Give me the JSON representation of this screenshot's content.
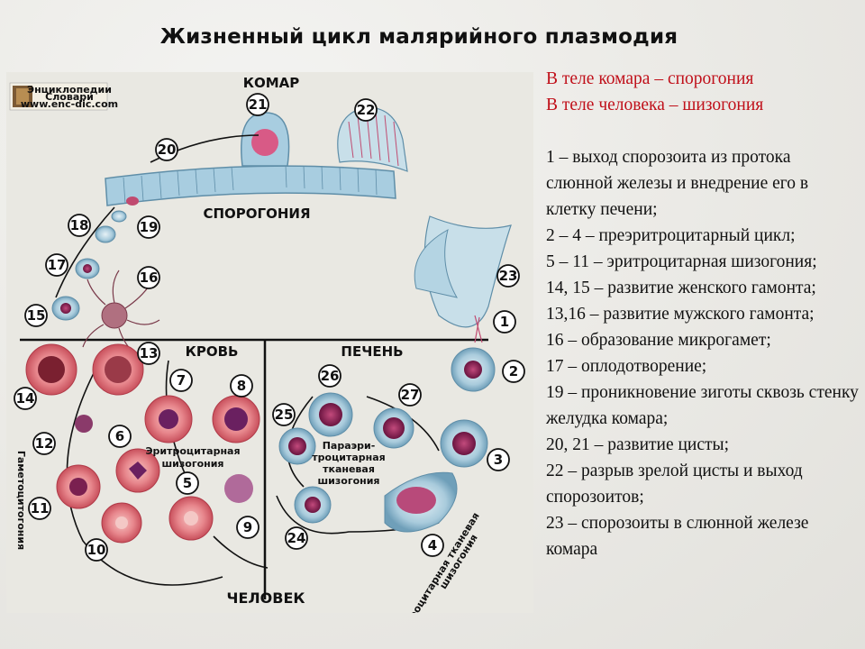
{
  "title": "Жизненный цикл малярийного плазмодия",
  "logo": {
    "line1": "Энциклопедии",
    "line2": "Словари",
    "url": "www.enc-dic.com"
  },
  "diagram": {
    "section_mosquito": "КОМАР",
    "section_sporogony": "СПОРОГОНИЯ",
    "section_blood": "КРОВЬ",
    "section_liver": "ПЕЧЕНЬ",
    "section_human": "ЧЕЛОВЕК",
    "label_erythro": [
      "Эритроцитарная",
      "шизогония"
    ],
    "label_paraerythro": [
      "Параэри-",
      "троцитарная",
      "тканевая",
      "шизогония"
    ],
    "label_gametocytogony": "Гаметоцитогония",
    "label_preerythro": [
      "Преэритроцитарная тканевая",
      "шизогония"
    ],
    "stages": [
      "1",
      "2",
      "3",
      "4",
      "5",
      "6",
      "7",
      "8",
      "9",
      "10",
      "11",
      "12",
      "13",
      "14",
      "15",
      "16",
      "17",
      "18",
      "19",
      "20",
      "21",
      "22",
      "23",
      "24",
      "25",
      "26",
      "27"
    ]
  },
  "legend": {
    "mosquito_line": "В теле комара – спорогония",
    "human_line": "В теле человека – шизогония",
    "items": [
      "1 – выход спорозоита из протока слюнной железы и внедрение его в клетку печени;",
      "2 – 4 – преэритроцитарный цикл;",
      "5 – 11 – эритроцитарная шизогония;",
      "14, 15 – развитие женского гамонта;",
      "13,16 – развитие  мужского гамонта;",
      "16 – образование микрогамет;",
      "17 – оплодотворение;",
      "19 – проникновение зиготы сквозь стенку желудка комара;",
      "20, 21 – развитие цисты;",
      "22 – разрыв зрелой цисты и выход спорозоитов;",
      "23 – спорозоиты в слюнной железе комара"
    ]
  },
  "colors": {
    "accent_red": "#c0101a",
    "erythrocyte": "#e47f88",
    "cell_blue": "#8fb9d1",
    "nucleus": "#7a1f4a"
  }
}
